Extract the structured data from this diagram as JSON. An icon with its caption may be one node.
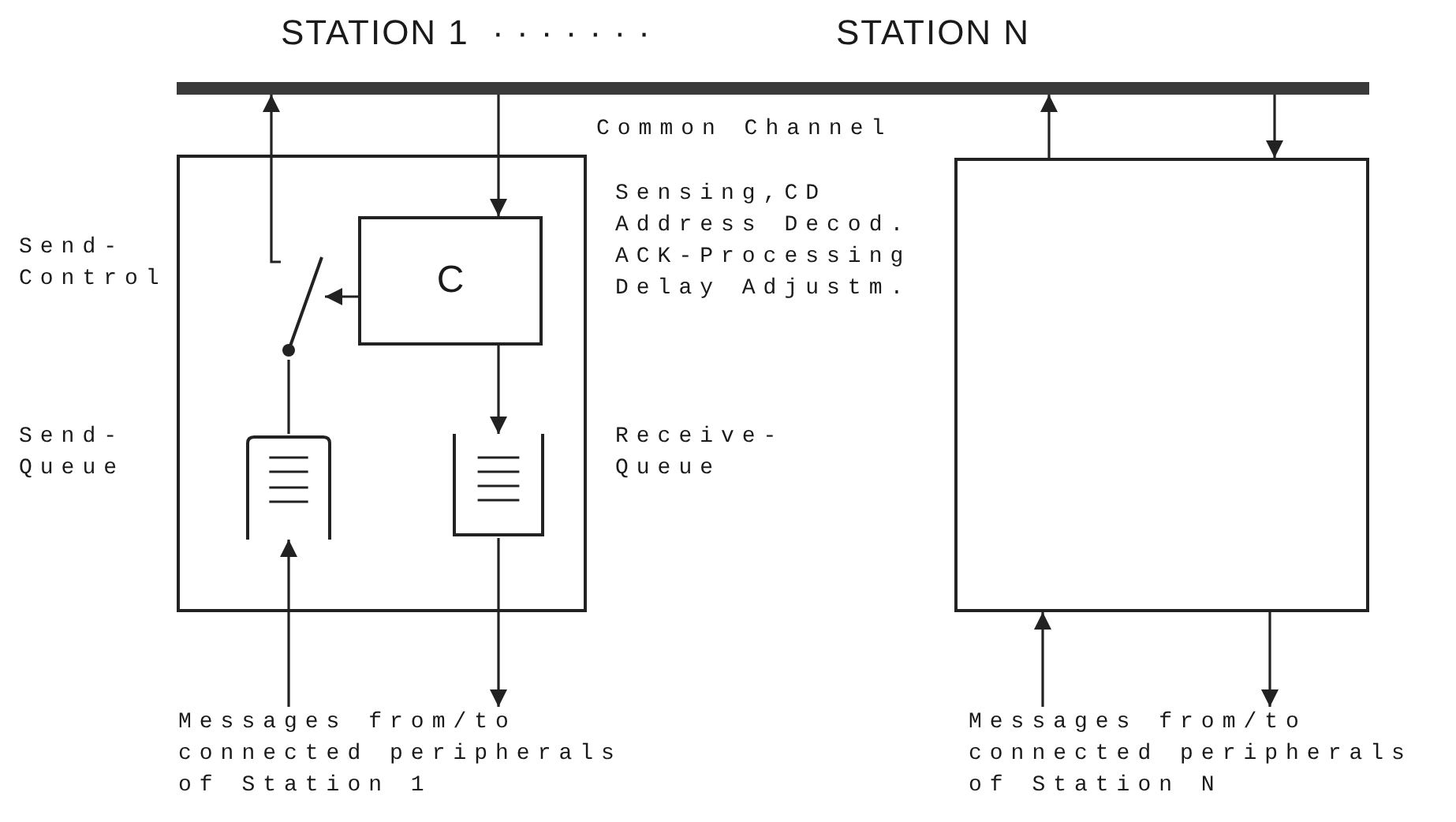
{
  "diagram": {
    "nodes": [
      {
        "text": [],
        "shape": "bar",
        "beside": [
          "Common Channel"
        ]
      },
      {
        "text": [],
        "shape": "box"
      },
      {
        "text": [
          "C"
        ],
        "in": 1
      },
      {
        "text": [],
        "shape": "switch",
        "in": 1
      },
      {
        "text": [],
        "shape": "queue",
        "in": 1
      },
      {
        "text": [],
        "shape": "queue",
        "in": 1
      },
      {
        "text": [],
        "shape": "box"
      },
      {
        "text": [
          "Messages from/to connected peripherals of Station 1"
        ]
      },
      {
        "text": [
          "Messages from/to connected peripherals of Station N"
        ]
      }
    ],
    "edges": [
      {
        "from": 3,
        "to": 0,
        "arrow": "to"
      },
      {
        "from": 0,
        "to": 2,
        "arrow": "to"
      },
      {
        "from": 2,
        "to": 3,
        "arrow": "to"
      },
      {
        "from": 2,
        "to": 5,
        "arrow": "to"
      },
      {
        "from": 4,
        "to": 3,
        "arrow": "none"
      },
      {
        "from": 7,
        "to": 4,
        "arrow": "to"
      },
      {
        "from": 5,
        "to": 7,
        "arrow": "to"
      },
      {
        "from": 6,
        "to": 0,
        "arrow": "to"
      },
      {
        "from": 0,
        "to": 6,
        "arrow": "to"
      },
      {
        "from": 8,
        "to": 6,
        "arrow": "to"
      },
      {
        "from": 6,
        "to": 8,
        "arrow": "to"
      }
    ],
    "labels": [
      "STATION 1",
      "· · · · · · ·",
      "STATION N",
      "Sensing,CD Address Decod. ACK-Processing Delay Adjustm.",
      "Send- Control",
      "Send- Queue",
      "Receive- Queue"
    ]
  }
}
